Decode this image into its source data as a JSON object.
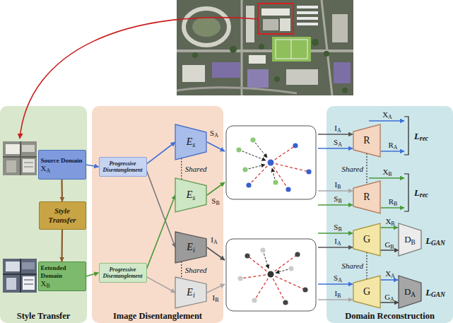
{
  "diagram": {
    "nodes": [
      {
        "text": [
          "Style Transfer"
        ]
      },
      {
        "text": [
          "Image Disentanglement"
        ]
      },
      {
        "text": [
          "Domain Reconstruction"
        ]
      },
      {
        "text": [
          "Source Domain",
          "XA"
        ],
        "in": 0
      },
      {
        "text": [
          "Style Transfer"
        ],
        "in": 0
      },
      {
        "text": [
          "Eetended Domain",
          "XB"
        ],
        "in": 0
      },
      {
        "text": [
          "Progressive Disentanglement"
        ],
        "in": 1
      },
      {
        "text": [
          "Progressive Disentanglement"
        ],
        "in": 1
      },
      {
        "text": [
          "Es"
        ],
        "in": 1
      },
      {
        "text": [
          "Es"
        ],
        "in": 1
      },
      {
        "text": [
          "Ei"
        ],
        "in": 1
      },
      {
        "text": [
          "Ei"
        ],
        "in": 1
      },
      {
        "text": [
          "R"
        ],
        "in": 2
      },
      {
        "text": [
          "R"
        ],
        "in": 2
      },
      {
        "text": [
          "G"
        ],
        "in": 2
      },
      {
        "text": [
          "G"
        ],
        "in": 2
      },
      {
        "text": [
          "DB"
        ],
        "in": 2
      },
      {
        "text": [
          "DA"
        ],
        "in": 2
      }
    ],
    "edges": [
      {
        "from": 3,
        "to": 4,
        "arrow": "to"
      },
      {
        "from": 4,
        "to": 5,
        "arrow": "to"
      },
      {
        "from": 3,
        "to": 6,
        "arrow": "to"
      },
      {
        "from": 5,
        "to": 7,
        "arrow": "to"
      },
      {
        "from": 6,
        "to": 8,
        "arrow": "to"
      },
      {
        "from": 6,
        "to": 10,
        "arrow": "to"
      },
      {
        "from": 7,
        "to": 9,
        "arrow": "to"
      },
      {
        "from": 7,
        "to": 11,
        "arrow": "to"
      },
      {
        "from": 8,
        "to": 9,
        "label": "Shared",
        "arrow": "none"
      },
      {
        "from": 10,
        "to": 11,
        "label": "Shared",
        "arrow": "none"
      },
      {
        "from": 12,
        "to": 13,
        "label": "Shared",
        "arrow": "none"
      },
      {
        "from": 14,
        "to": 15,
        "label": "Shared",
        "arrow": "none"
      },
      {
        "from": 14,
        "to": 16,
        "label": "GB",
        "arrow": "to"
      },
      {
        "from": 15,
        "to": 17,
        "label": "GA",
        "arrow": "to"
      }
    ],
    "labels": [
      "SA",
      "SB",
      "IA",
      "IB",
      "IA",
      "SA",
      "XA",
      "RA",
      "Lrec",
      "IB",
      "SB",
      "XB",
      "RB",
      "Lrec",
      "SB",
      "IA",
      "XB",
      "LGAN",
      "SA",
      "IB",
      "XA",
      "LGAN"
    ]
  }
}
